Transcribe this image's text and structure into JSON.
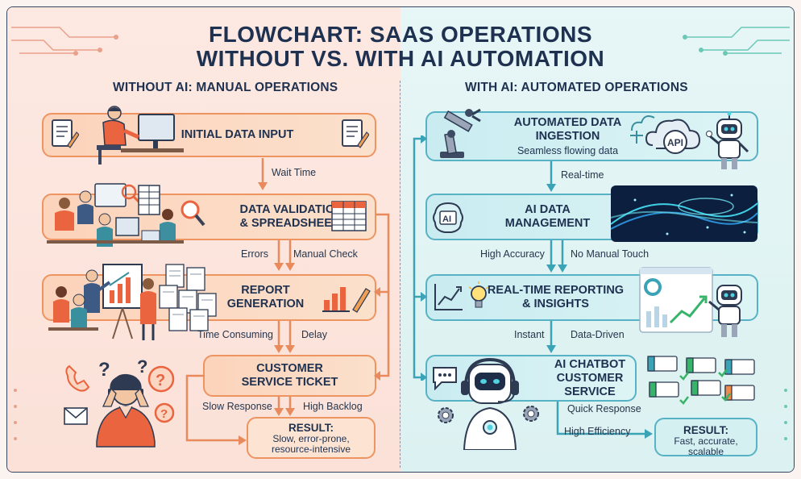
{
  "title": {
    "line1": "FLOWCHART: SAAS OPERATIONS",
    "line2": "WITHOUT VS. WITH AI AUTOMATION"
  },
  "left": {
    "heading": "WITHOUT AI: MANUAL OPERATIONS",
    "steps": [
      {
        "label": "INITIAL DATA INPUT"
      },
      {
        "label": "DATA VALIDATION & SPREADSHEETS"
      },
      {
        "label": "REPORT GENERATION"
      },
      {
        "label": "CUSTOMER SERVICE TICKET"
      }
    ],
    "connectors": {
      "c1": "Wait Time",
      "c2a": "Errors",
      "c2b": "Manual Check",
      "c3a": "Time Consuming",
      "c3b": "Delay",
      "c4a": "Slow Response",
      "c4b": "High Backlog"
    },
    "result": {
      "heading": "RESULT:",
      "line1": "Slow, error-prone,",
      "line2": "resource-intensive"
    }
  },
  "right": {
    "heading": "WITH AI: AUTOMATED OPERATIONS",
    "steps": [
      {
        "label_line1": "AUTOMATED DATA",
        "label_line2": "INGESTION",
        "sub": "Seamless flowing data"
      },
      {
        "label_line1": "AI DATA",
        "label_line2": "MANAGEMENT"
      },
      {
        "label_line1": "REAL-TIME REPORTING",
        "label_line2": "& INSIGHTS"
      },
      {
        "label_line1": "AI CHATBOT",
        "label_line2": "CUSTOMER SERVICE"
      }
    ],
    "connectors": {
      "c1": "Real-time",
      "c2a": "High Accuracy",
      "c2b": "No Manual Touch",
      "c3a": "Instant",
      "c3b": "Data-Driven",
      "c4a": "Quick Response",
      "c4b": "High Efficiency"
    },
    "result": {
      "heading": "RESULT:",
      "line1": "Fast, accurate, scalable"
    },
    "icon_labels": {
      "api": "API",
      "ai": "AI"
    }
  },
  "colors": {
    "left_accent": "#ee9461",
    "right_accent": "#57b2c5",
    "title": "#1e3150"
  }
}
